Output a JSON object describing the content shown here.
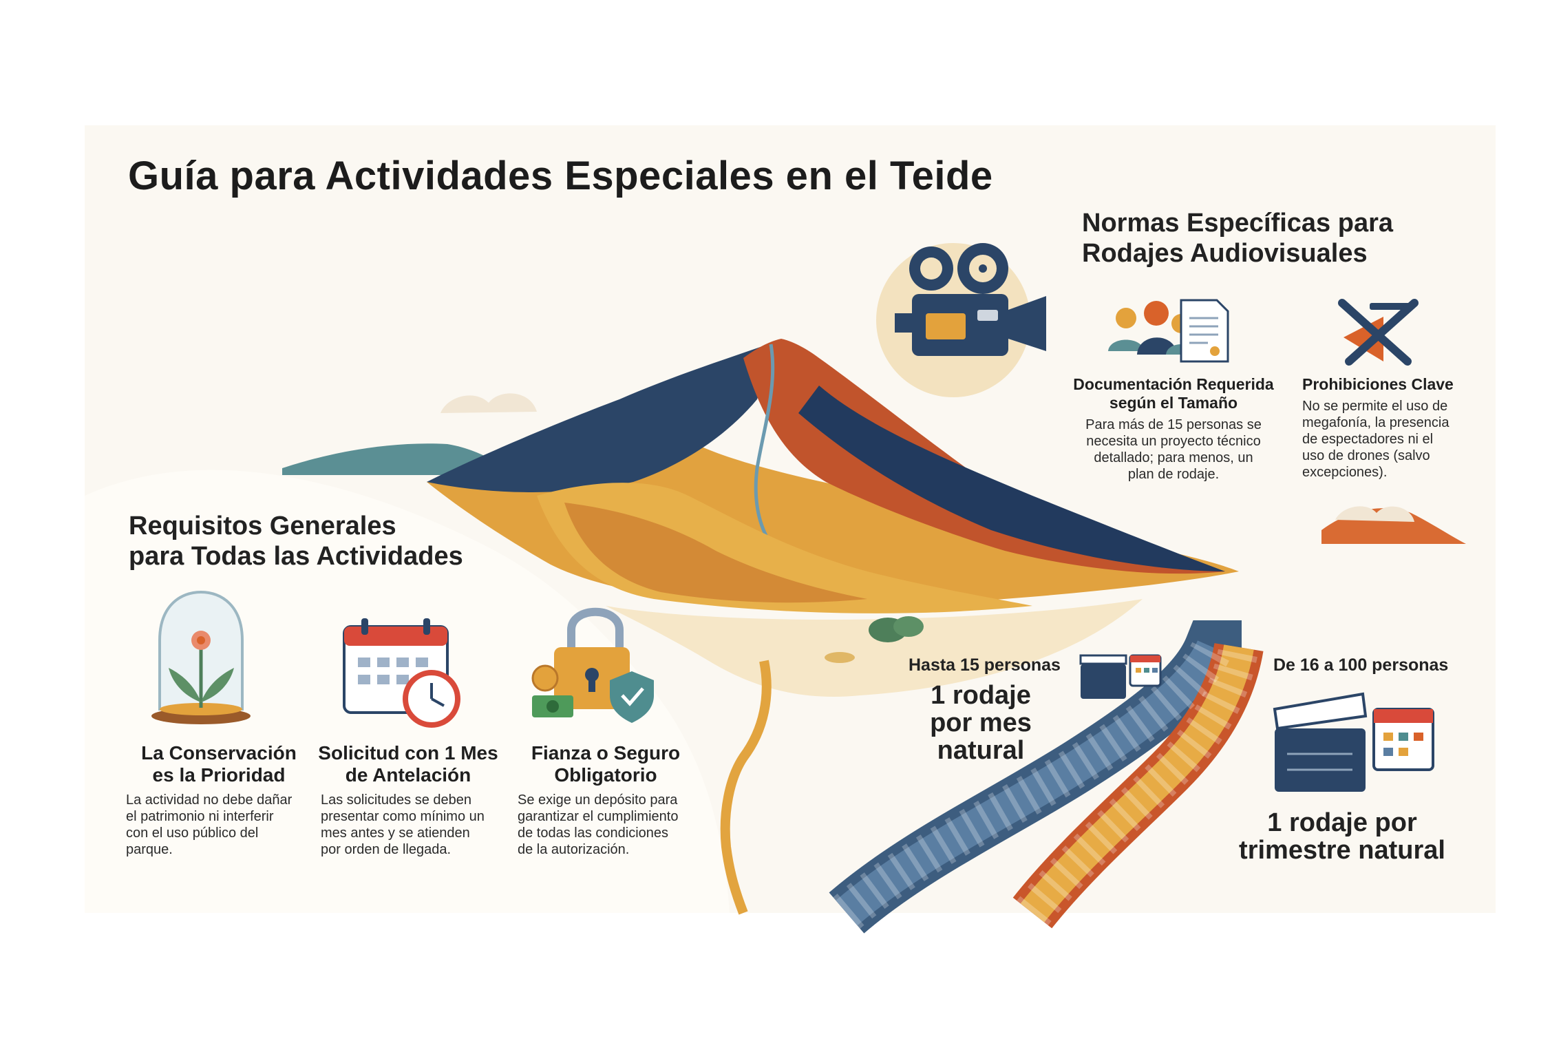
{
  "title": "Guía para Actividades Especiales en el Teide",
  "general": {
    "heading_line1": "Requisitos Generales",
    "heading_line2": "para Todas las Actividades",
    "items": [
      {
        "title_line1": "La Conservación",
        "title_line2": "es la Prioridad",
        "desc": [
          "La actividad no debe dañar",
          "el patrimonio ni interferir",
          "con el uso público del",
          "parque."
        ],
        "icon": "plant-bell-jar-icon"
      },
      {
        "title_line1": "Solicitud con 1 Mes",
        "title_line2": "de Antelación",
        "desc": [
          "Las solicitudes se deben",
          "presentar como mínimo un",
          "mes antes y se atienden",
          "por orden de llegada."
        ],
        "icon": "calendar-clock-icon"
      },
      {
        "title_line1": "Fianza o Seguro",
        "title_line2": "Obligatorio",
        "desc": [
          "Se exige un depósito para",
          "garantizar el cumplimiento",
          "de todas las condiciones",
          "de la autorización."
        ],
        "icon": "padlock-shield-icon"
      }
    ]
  },
  "audiovisual": {
    "heading_line1": "Normas Específicas para",
    "heading_line2": "Rodajes Audiovisuales",
    "docs": {
      "title_line1": "Documentación Requerida",
      "title_line2": "según el Tamaño",
      "desc": [
        "Para más de 15 personas se",
        "necesita un proyecto técnico",
        "detallado; para menos, un",
        "plan de rodaje."
      ],
      "icon": "people-document-icon"
    },
    "prohibitions": {
      "title": "Prohibiciones Clave",
      "desc": [
        "No se permite el uso de",
        "megafonía, la presencia",
        "de espectadores ni el",
        "uso de drones (salvo",
        "excepciones)."
      ],
      "icon": "no-drone-megaphone-icon"
    }
  },
  "frequency": {
    "small": {
      "label": "Hasta 15 personas",
      "value": [
        "1 rodaje",
        "por mes",
        "natural"
      ]
    },
    "large": {
      "label": "De 16 a 100 personas",
      "value": [
        "1 rodaje por",
        "trimestre natural"
      ]
    }
  },
  "colors": {
    "navy": "#2b4567",
    "orange": "#d9622a",
    "ochre": "#e3a23c",
    "teal": "#4f8d8f",
    "red": "#d94a3a",
    "cream": "#fbf8f2"
  }
}
